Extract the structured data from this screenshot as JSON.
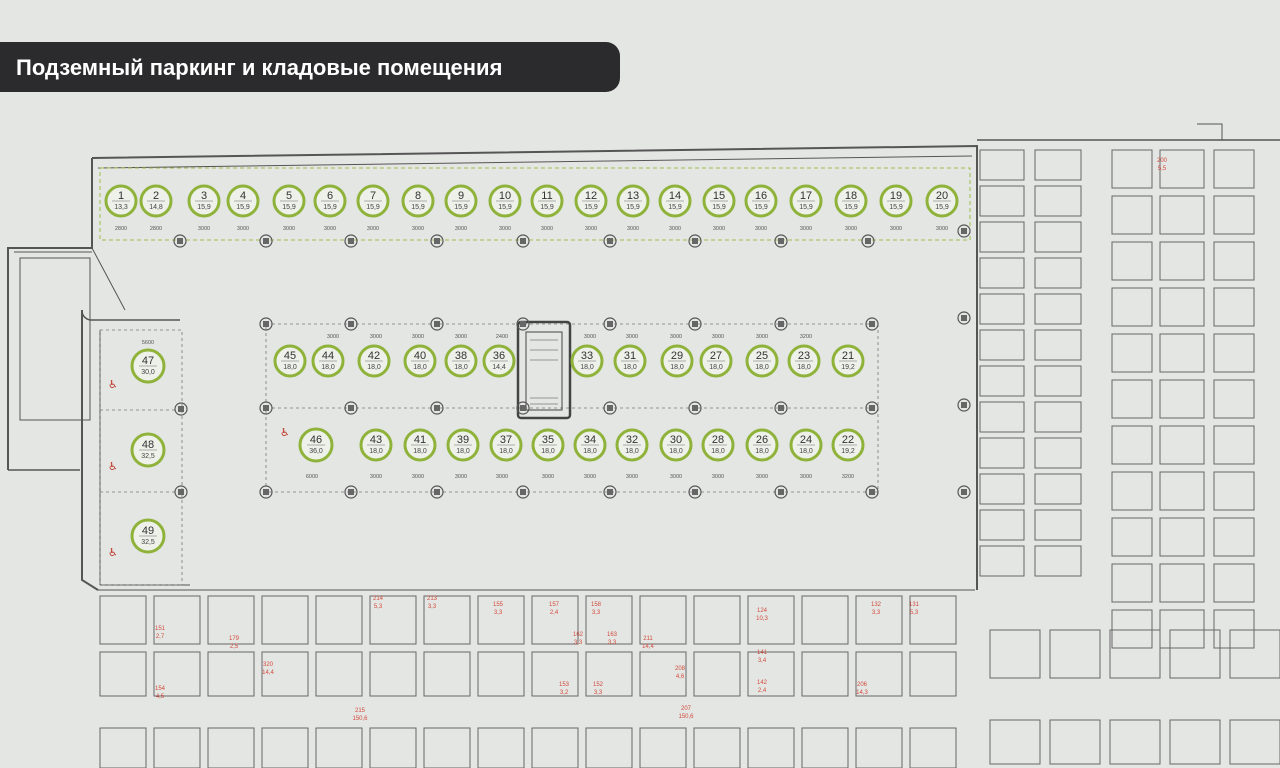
{
  "header": {
    "title": "Подземный паркинг и кладовые помещения"
  },
  "colors": {
    "background": "#e4e6e4",
    "title_bar": "#2b2a2c",
    "parking_circle": "#8fb33a",
    "storage_numbers": "#d24a3a",
    "walls": "#555555"
  },
  "parking_spots": [
    {
      "num": "1",
      "area": "13,3"
    },
    {
      "num": "2",
      "area": "14,8"
    },
    {
      "num": "3",
      "area": "15,9"
    },
    {
      "num": "4",
      "area": "15,9"
    },
    {
      "num": "5",
      "area": "15,9"
    },
    {
      "num": "6",
      "area": "15,9"
    },
    {
      "num": "7",
      "area": "15,9"
    },
    {
      "num": "8",
      "area": "15,9"
    },
    {
      "num": "9",
      "area": "15,9"
    },
    {
      "num": "10",
      "area": "15,9"
    },
    {
      "num": "11",
      "area": "15,9"
    },
    {
      "num": "12",
      "area": "15,9"
    },
    {
      "num": "13",
      "area": "15,9"
    },
    {
      "num": "14",
      "area": "15,9"
    },
    {
      "num": "15",
      "area": "15,9"
    },
    {
      "num": "16",
      "area": "15,9"
    },
    {
      "num": "17",
      "area": "15,9"
    },
    {
      "num": "18",
      "area": "15,9"
    },
    {
      "num": "19",
      "area": "15,9"
    },
    {
      "num": "20",
      "area": "15,9"
    },
    {
      "num": "45",
      "area": "18,0"
    },
    {
      "num": "44",
      "area": "18,0"
    },
    {
      "num": "42",
      "area": "18,0"
    },
    {
      "num": "40",
      "area": "18,0"
    },
    {
      "num": "38",
      "area": "18,0"
    },
    {
      "num": "36",
      "area": "14,4"
    },
    {
      "num": "33",
      "area": "18,0"
    },
    {
      "num": "31",
      "area": "18,0"
    },
    {
      "num": "29",
      "area": "18,0"
    },
    {
      "num": "27",
      "area": "18,0"
    },
    {
      "num": "25",
      "area": "18,0"
    },
    {
      "num": "23",
      "area": "18,0"
    },
    {
      "num": "21",
      "area": "19,2"
    },
    {
      "num": "46",
      "area": "36,0"
    },
    {
      "num": "43",
      "area": "18,0"
    },
    {
      "num": "41",
      "area": "18,0"
    },
    {
      "num": "39",
      "area": "18,0"
    },
    {
      "num": "37",
      "area": "18,0"
    },
    {
      "num": "35",
      "area": "18,0"
    },
    {
      "num": "34",
      "area": "18,0"
    },
    {
      "num": "32",
      "area": "18,0"
    },
    {
      "num": "30",
      "area": "18,0"
    },
    {
      "num": "28",
      "area": "18,0"
    },
    {
      "num": "26",
      "area": "18,0"
    },
    {
      "num": "24",
      "area": "18,0"
    },
    {
      "num": "22",
      "area": "19,2"
    },
    {
      "num": "47",
      "area": "30,0"
    },
    {
      "num": "48",
      "area": "32,5"
    },
    {
      "num": "49",
      "area": "32,5"
    }
  ],
  "dimensions": {
    "top_row": [
      "2800",
      "2800",
      "3000",
      "3000",
      "3000",
      "3000",
      "3000",
      "3000",
      "3000",
      "3000",
      "3000",
      "3000",
      "3000",
      "3000",
      "3000",
      "3000",
      "3000",
      "3000",
      "3000",
      "3000"
    ],
    "middle_top": [
      "3000",
      "3000",
      "3000",
      "3000",
      "2400",
      "3000",
      "3000",
      "3000",
      "3000",
      "3000",
      "3200"
    ],
    "middle_bottom": [
      "6000",
      "3000",
      "3000",
      "3000",
      "3000",
      "3000",
      "3000",
      "3000",
      "3000",
      "3000",
      "3000",
      "3000",
      "3200"
    ],
    "left_label": "5600"
  },
  "storage_rooms": [
    {
      "num": "214",
      "area": "5,3"
    },
    {
      "num": "213",
      "area": "3,3"
    },
    {
      "num": "155",
      "area": "3,3"
    },
    {
      "num": "157",
      "area": "2,4"
    },
    {
      "num": "158",
      "area": "3,3"
    },
    {
      "num": "162",
      "area": "3,3"
    },
    {
      "num": "163",
      "area": "3,3"
    },
    {
      "num": "153",
      "area": "3,2"
    },
    {
      "num": "152",
      "area": "3,3"
    },
    {
      "num": "124",
      "area": "10,3"
    },
    {
      "num": "141",
      "area": "3,4"
    },
    {
      "num": "142",
      "area": "2,4"
    },
    {
      "num": "132",
      "area": "3,3"
    },
    {
      "num": "131",
      "area": "5,3"
    },
    {
      "num": "206",
      "area": "14,3"
    },
    {
      "num": "207",
      "area": "150,6"
    },
    {
      "num": "211",
      "area": "14,4"
    },
    {
      "num": "208",
      "area": "4,6"
    },
    {
      "num": "215",
      "area": "150,6"
    },
    {
      "num": "320",
      "area": "14,4"
    },
    {
      "num": "151",
      "area": "2,7"
    },
    {
      "num": "154",
      "area": "4,5"
    },
    {
      "num": "179",
      "area": "2,5"
    },
    {
      "num": "200",
      "area": "5,5"
    }
  ]
}
